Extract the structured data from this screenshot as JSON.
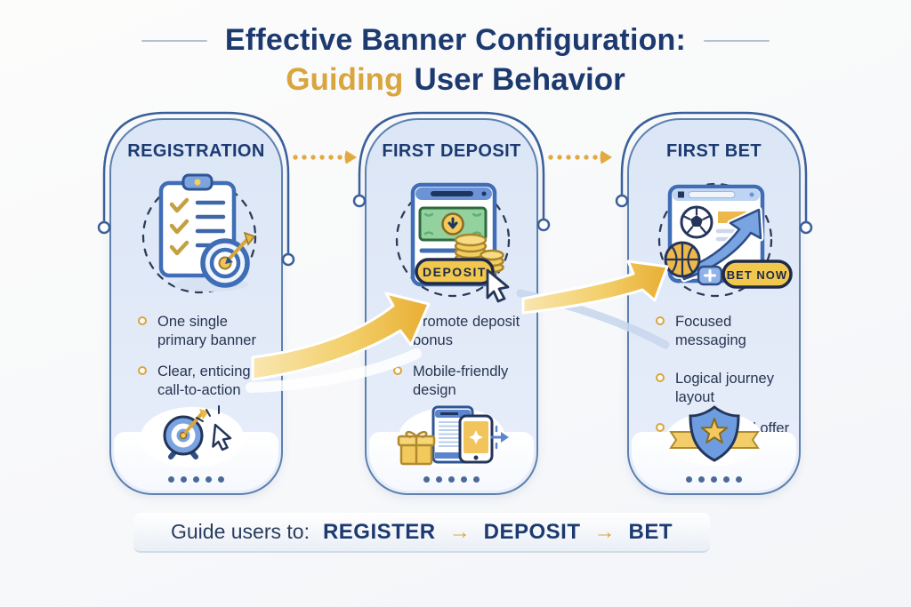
{
  "header": {
    "title_line1": "Effective Banner Configuration:",
    "title_line2_accent": "Guiding",
    "title_line2_rest": "User Behavior"
  },
  "cards": [
    {
      "title": "REGISTRATION",
      "icon": "clipboard-checklist-target",
      "bullets": [
        "One single primary banner",
        "Clear, enticing call-to-action"
      ],
      "footer_icon": "target-cursor"
    },
    {
      "title": "FIRST DEPOSIT",
      "icon": "deposit-screen-coins",
      "button_label": "DEPOSIT",
      "bullets": [
        "Promote deposit bonus",
        "Mobile-friendly design"
      ],
      "footer_icon": "gift-mobile"
    },
    {
      "title": "FIRST BET",
      "icon": "betting-screen-growth",
      "button_label": "BET NOW",
      "bullets": [
        "Focused messaging",
        "Logical journey layout",
        "Emphasized offer benefits"
      ],
      "footer_icon": "award-shield"
    }
  ],
  "footer": {
    "prefix": "Guide users to:",
    "steps": [
      "REGISTER",
      "DEPOSIT",
      "BET"
    ],
    "arrow": "→"
  },
  "colors": {
    "navy": "#1d3a70",
    "gold": "#d9a53e",
    "card_fill": "#dfe9f7",
    "card_border": "#5d80ae",
    "wire": "#3a5f9b",
    "dot": "#4a6b96"
  }
}
